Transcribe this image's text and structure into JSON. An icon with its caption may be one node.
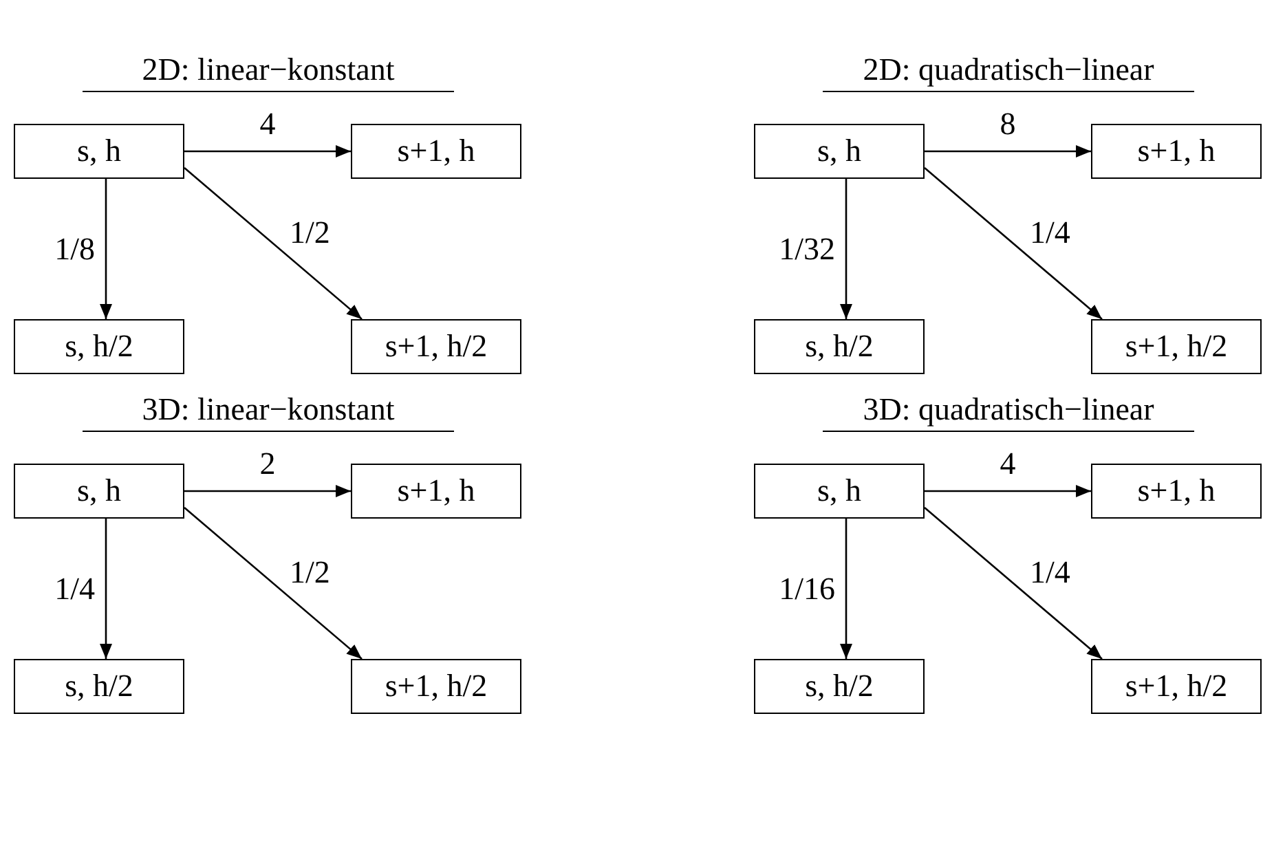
{
  "diagram": {
    "nodes": [
      {
        "text": [
          "s, h"
        ]
      },
      {
        "text": [
          "s+1, h"
        ]
      },
      {
        "text": [
          "s, h/2"
        ]
      },
      {
        "text": [
          "s+1, h/2"
        ]
      },
      {
        "text": [
          "s, h"
        ]
      },
      {
        "text": [
          "s+1, h"
        ]
      },
      {
        "text": [
          "s, h/2"
        ]
      },
      {
        "text": [
          "s+1, h/2"
        ]
      },
      {
        "text": [
          "s, h"
        ]
      },
      {
        "text": [
          "s+1, h"
        ]
      },
      {
        "text": [
          "s, h/2"
        ]
      },
      {
        "text": [
          "s+1, h/2"
        ]
      },
      {
        "text": [
          "s, h"
        ]
      },
      {
        "text": [
          "s+1, h"
        ]
      },
      {
        "text": [
          "s, h/2"
        ]
      },
      {
        "text": [
          "s+1, h/2"
        ]
      }
    ],
    "edges": [
      {
        "from": 0,
        "to": 1,
        "arrow": "to",
        "label": "4"
      },
      {
        "from": 0,
        "to": 2,
        "arrow": "to",
        "label": "1/8"
      },
      {
        "from": 0,
        "to": 3,
        "arrow": "to",
        "label": "1/2"
      },
      {
        "from": 4,
        "to": 5,
        "arrow": "to",
        "label": "8"
      },
      {
        "from": 4,
        "to": 6,
        "arrow": "to",
        "label": "1/32"
      },
      {
        "from": 4,
        "to": 7,
        "arrow": "to",
        "label": "1/4"
      },
      {
        "from": 8,
        "to": 9,
        "arrow": "to",
        "label": "2"
      },
      {
        "from": 8,
        "to": 10,
        "arrow": "to",
        "label": "1/4"
      },
      {
        "from": 8,
        "to": 11,
        "arrow": "to",
        "label": "1/2"
      },
      {
        "from": 12,
        "to": 13,
        "arrow": "to",
        "label": "4"
      },
      {
        "from": 12,
        "to": 14,
        "arrow": "to",
        "label": "1/16"
      },
      {
        "from": 12,
        "to": 15,
        "arrow": "to",
        "label": "1/4"
      }
    ],
    "labels": [
      "2D: linear−konstant",
      "2D: quadratisch−linear",
      "3D: linear−konstant",
      "3D: quadratisch−linear"
    ]
  }
}
